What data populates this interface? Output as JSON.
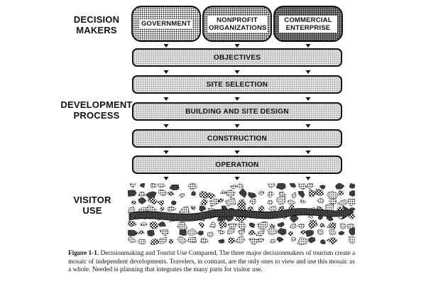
{
  "labels": {
    "decision_makers": "DECISION MAKERS",
    "development_process": "DEVELOPMENT PROCESS",
    "visitor_use": "VISITOR USE"
  },
  "decision_makers": [
    {
      "label": "GOVERNMENT"
    },
    {
      "label": "NONPROFIT ORGANIZATIONS"
    },
    {
      "label": "COMMERCIAL ENTERPRISE"
    }
  ],
  "process_stages": [
    "OBJECTIVES",
    "SITE SELECTION",
    "BUILDING AND SITE DESIGN",
    "CONSTRUCTION",
    "OPERATION"
  ],
  "caption": {
    "figure_label": "Figure 1-1.",
    "text": "Decisionmaking and Tourist Use Compared. The three major decisionmakers of tourism create a mosaic of independent developments. Travelers, in contrast, are the only ones to view and use this mosaic as a whole. Needed is planning that integrates the many parts for visitor use."
  },
  "colors": {
    "ink": "#111111",
    "box_fill": "#e2e2e2"
  }
}
